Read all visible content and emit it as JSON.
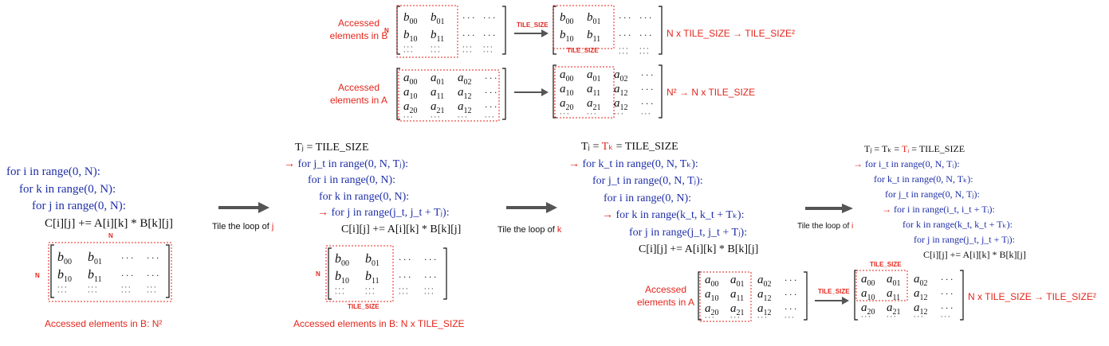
{
  "top": {
    "b_label_1": "Accessed",
    "b_label_2": "elements in B",
    "b_dim": "N",
    "b_arrow_label": "TILE_SIZE",
    "b_tile_inner_label": "TILE_SIZE",
    "b_result": "N x TILE_SIZE → TILE_SIZE²",
    "a_label_1": "Accessed",
    "a_label_2": "elements in A",
    "a_result": "N² → N x TILE_SIZE"
  },
  "step1": {
    "line1": "for i in range(0, N):",
    "line2": "for k in range(0, N):",
    "line3": "for j in range(0, N):",
    "line4": "C[i][j] += A[i][k] * B[k][j]",
    "n_top": "N",
    "n_side": "N",
    "caption": "Accessed elements in B: N²"
  },
  "arrow1": {
    "text": "Tile the loop of ",
    "var": "j"
  },
  "step2": {
    "header": "Tⱼ = TILE_SIZE",
    "line1": "for j_t in range(0, N, Tⱼ):",
    "line2": "for i in range(0, N):",
    "line3": "for k in range(0, N):",
    "line4": "for j in range(j_t, j_t + Tⱼ):",
    "line5": "C[i][j] += A[i][k] * B[k][j]",
    "n_side": "N",
    "tile_label": "TILE_SIZE",
    "caption": "Accessed elements in B: N x TILE_SIZE"
  },
  "arrow2": {
    "text": "Tile the loop of ",
    "var": "k"
  },
  "step3": {
    "header": "Tⱼ = Tₖ = TILE_SIZE",
    "line1": "for k_t in range(0, N, Tₖ):",
    "line2": "for j_t in range(0, N, Tⱼ):",
    "line3": "for i in range(0, N):",
    "line4": "for k in range(k_t, k_t + Tₖ):",
    "line5": "for j in range(j_t, j_t + Tⱼ):",
    "line6": "C[i][j] += A[i][k] * B[k][j]",
    "a_label_1": "Accessed",
    "a_label_2": "elements in A",
    "arrow_label": "TILE_SIZE",
    "tile_top_label": "TILE_SIZE",
    "result": "N x TILE_SIZE → TILE_SIZE²"
  },
  "arrow3": {
    "text": "Tile the loop of ",
    "var": "i"
  },
  "step4": {
    "header": "Tⱼ = Tₖ = Tᵢ = TILE_SIZE",
    "line1": "for i_t in range(0, N, Tᵢ):",
    "line2": "for k_t in range(0, N, Tₖ):",
    "line3": "for j_t in range(0, N, Tⱼ):",
    "line4": "for i in range(i_t, i_t + Tᵢ):",
    "line5": "for k in range(k_t, k_t + Tₖ):",
    "line6": "for j in range(j_t, j_t + Tⱼ):",
    "line7": "C[i][j] += A[i][k] * B[k][j]"
  },
  "colors": {
    "red": "#e4261c",
    "keyword": "#1f2fa8",
    "range": "#5a2aa0",
    "arrow": "#555555"
  }
}
